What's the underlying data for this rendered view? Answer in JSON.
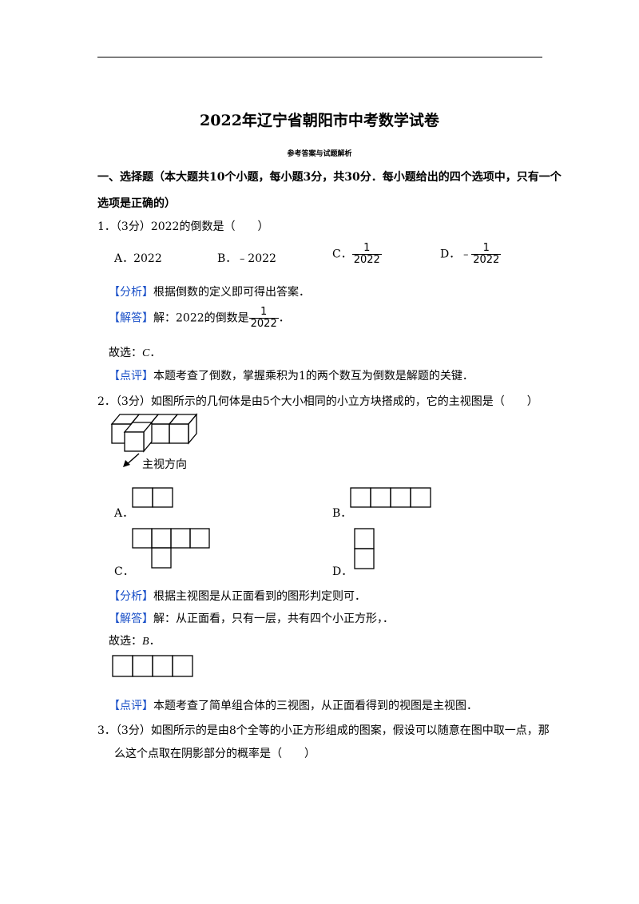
{
  "document": {
    "title": "2022年辽宁省朝阳市中考数学试卷",
    "subtitle": "参考答案与试题解析",
    "section1": {
      "line1": "一、选择题（本大题共10个小题，每小题3分，共30分．每小题给出的四个选项中，只有一个",
      "line2": "选项是正确的）"
    },
    "q1": {
      "stem": "1．（3分）2022的倒数是（　　）",
      "options": {
        "A": "A．2022",
        "B": "B．﹣2022",
        "C_label": "C．",
        "C_num": "1",
        "C_den": "2022",
        "D_label": "D．",
        "D_sign": "﹣",
        "D_num": "1",
        "D_den": "2022"
      },
      "analysis_tag": "【分析】",
      "analysis": "根据倒数的定义即可得出答案．",
      "answer_tag": "【解答】",
      "answer_prefix": "解：2022的倒数是",
      "answer_num": "1",
      "answer_den": "2022",
      "answer_suffix": "．",
      "choice_prefix": "故选：",
      "choice": "C",
      "choice_suffix": "．",
      "comment_tag": "【点评】",
      "comment": "本题考查了倒数，掌握乘积为1的两个数互为倒数是解题的关键．"
    },
    "q2": {
      "stem": "2．（3分）如图所示的几何体是由5个大小相同的小立方块搭成的，它的主视图是（　　）",
      "direction_label": "主视方向",
      "option_A": "A．",
      "option_B": "B．",
      "option_C": "C．",
      "option_D": "D．",
      "analysis_tag": "【分析】",
      "analysis": "根据主视图是从正面看到的图形判定则可．",
      "answer_tag": "【解答】",
      "answer": "解：从正面看，只有一层，共有四个小正方形，．",
      "choice_prefix": "故选：",
      "choice": "B",
      "choice_suffix": "．",
      "comment_tag": "【点评】",
      "comment": "本题考查了简单组合体的三视图，从正面看得到的视图是主视图．"
    },
    "q3": {
      "stem_line1": "3．（3分）如图所示的是由8个全等的小正方形组成的图案，假设可以随意在图中取一点，那",
      "stem_line2": "么这个点取在阴影部分的概率是（　　）"
    }
  }
}
